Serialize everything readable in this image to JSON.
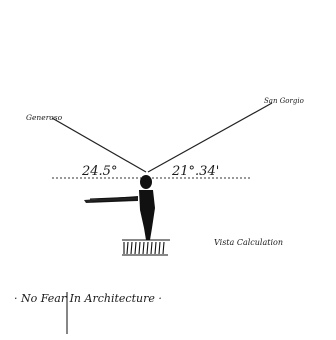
{
  "sketch": {
    "labels": {
      "left_point": "Generoso",
      "right_point": "San Gorgio",
      "left_angle": "24.5°",
      "right_angle": "21°.34'",
      "vista": "Vista Calculation"
    },
    "footnote": "· No Fear In Architecture ·",
    "ink_color": "#1a1a1a"
  }
}
